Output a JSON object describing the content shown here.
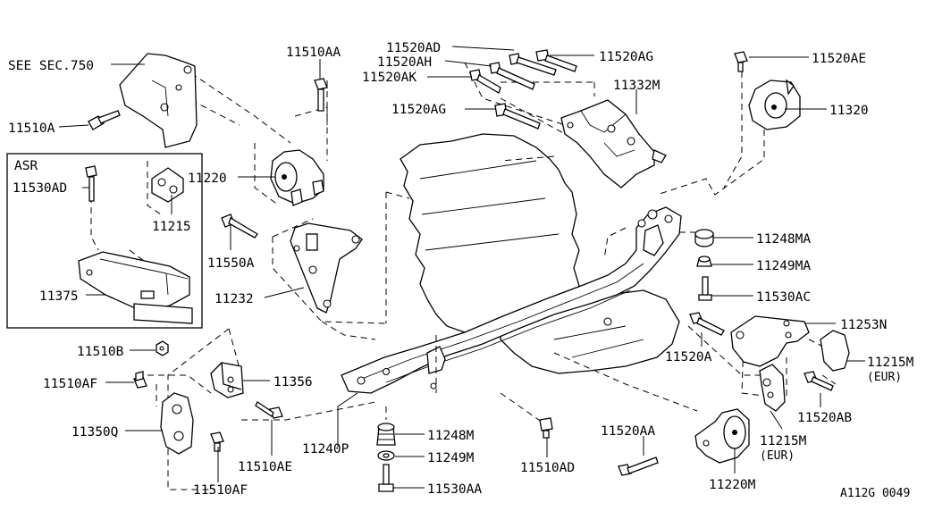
{
  "diagram": {
    "code": "A112G 0049",
    "sections": {
      "asr_box_title": "ASR"
    },
    "labels": {
      "see_sec": "SEE SEC.750",
      "p11510A": "11510A",
      "p11510AA": "11510AA",
      "p11520AD": "11520AD",
      "p11520AH": "11520AH",
      "p11520AK": "11520AK",
      "p11520AG_top": "11520AG",
      "p11520AG_mid": "11520AG",
      "p11332M": "11332M",
      "p11520AE": "11520AE",
      "p11320": "11320",
      "p11220": "11220",
      "p11215": "11215",
      "p11530AD": "11530AD",
      "p11550A": "11550A",
      "p11375": "11375",
      "p11232": "11232",
      "p11248MA": "11248MA",
      "p11249MA": "11249MA",
      "p11530AC": "11530AC",
      "p11253N": "11253N",
      "p11520A": "11520A",
      "p11215M_right": "11215M",
      "eur_right": "(EUR)",
      "p11520AB": "11520AB",
      "p11215M_mid": "11215M",
      "eur_mid": "(EUR)",
      "p11510B": "11510B",
      "p11510AF_top": "11510AF",
      "p11356": "11356",
      "p11350Q": "11350Q",
      "p11510AE": "11510AE",
      "p11510AF_bot": "11510AF",
      "p11240P": "11240P",
      "p11248M": "11248M",
      "p11249M": "11249M",
      "p11530AA": "11530AA",
      "p11510AD": "11510AD",
      "p11520AA": "11520AA",
      "p11220M": "11220M"
    }
  }
}
